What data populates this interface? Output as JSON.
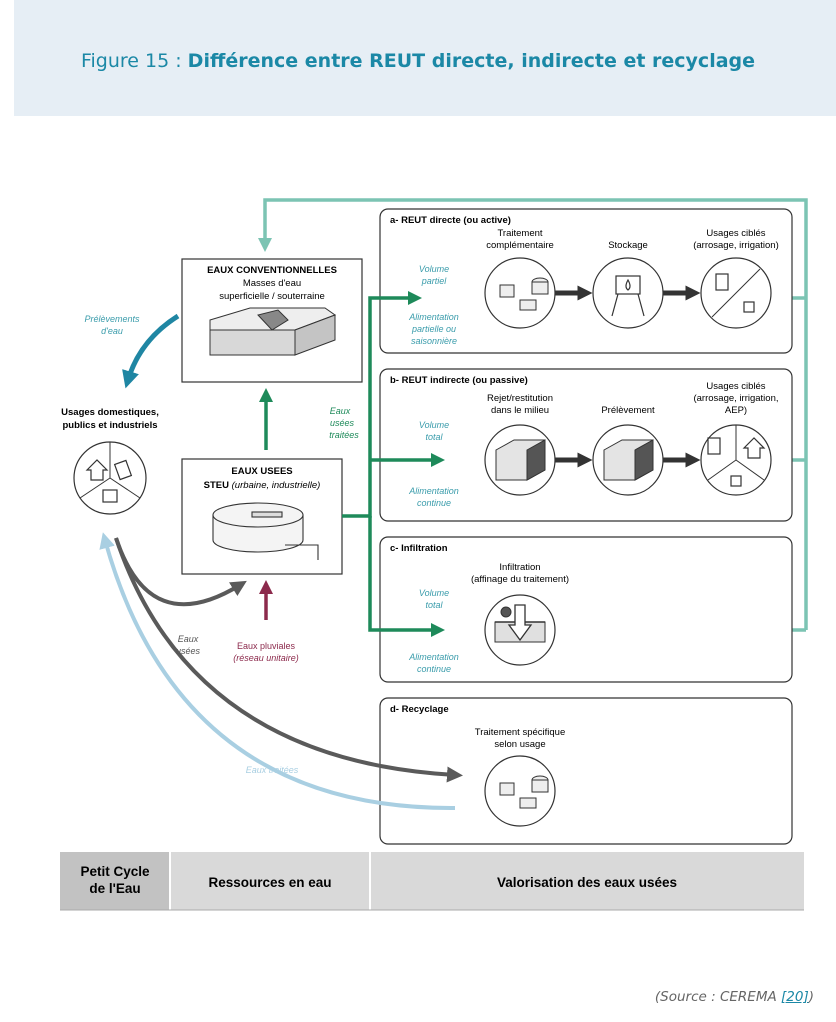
{
  "header": {
    "figure_label": "Figure 15 : ",
    "figure_title": "Différence entre REUT directe, indirecte et recyclage"
  },
  "source": {
    "prefix": "(Source : CEREMA ",
    "ref": "[20]",
    "suffix": ")"
  },
  "colors": {
    "teal_line": "#7cc4b3",
    "green_arrow": "#1e8a5a",
    "blue_arrow": "#1f86a3",
    "light_blue": "#a9cfe2",
    "dark_gray": "#555555",
    "maroon": "#8c2a4c",
    "note_teal": "#3a9cab",
    "footer_bg": "#cfcfcf"
  },
  "nodes": {
    "eaux_conv": {
      "title": "EAUX CONVENTIONNELLES",
      "line1": "Masses d'eau",
      "line2": "superficielle / souterraine"
    },
    "eaux_usees": {
      "title": "EAUX USEES",
      "sub_a": "STEU ",
      "sub_b": "(urbaine, industrielle)"
    },
    "usages": {
      "line1": "Usages domestiques,",
      "line2": "publics et industriels"
    }
  },
  "flows": {
    "prelevements_1": "Prélèvements",
    "prelevements_2": "d'eau",
    "eaux_usees_traitees_1": "Eaux",
    "eaux_usees_traitees_2": "usées",
    "eaux_usees_traitees_3": "traitées",
    "eaux_usees_1": "Eaux",
    "eaux_usees_2": "usées",
    "pluviales_1": "Eaux pluviales",
    "pluviales_2": "(réseau unitaire)",
    "eaux_traitees": "Eaux traitées"
  },
  "panels": {
    "a": {
      "title": "a- REUT directe (ou active)",
      "step1_1": "Traitement",
      "step1_2": "complémentaire",
      "step2": "Stockage",
      "step3_1": "Usages ciblés",
      "step3_2": "(arrosage, irrigation)",
      "vol_1": "Volume",
      "vol_2": "partiel",
      "alim_1": "Alimentation",
      "alim_2": "partielle ou",
      "alim_3": "saisonnière"
    },
    "b": {
      "title": "b- REUT indirecte (ou passive)",
      "step1_1": "Rejet/restitution",
      "step1_2": "dans le milieu",
      "step2": "Prélèvement",
      "step3_1": "Usages ciblés",
      "step3_2": "(arrosage, irrigation,",
      "step3_3": "AEP)",
      "vol_1": "Volume",
      "vol_2": "total",
      "alim_1": "Alimentation",
      "alim_2": "continue"
    },
    "c": {
      "title": "c- Infiltration",
      "step1_1": "Infiltration",
      "step1_2": "(affinage du traitement)",
      "vol_1": "Volume",
      "vol_2": "total",
      "alim_1": "Alimentation",
      "alim_2": "continue"
    },
    "d": {
      "title": "d- Recyclage",
      "step1_1": "Traitement spécifique",
      "step1_2": "selon usage"
    }
  },
  "footer": {
    "col1_1": "Petit Cycle",
    "col1_2": "de l'Eau",
    "col2": "Ressources en eau",
    "col3": "Valorisation des eaux usées"
  }
}
